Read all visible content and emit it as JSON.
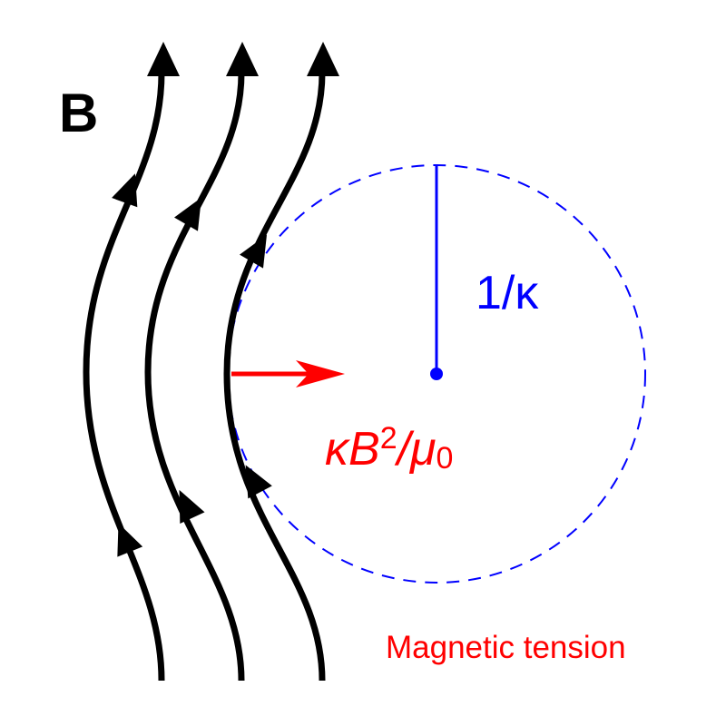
{
  "labels": {
    "field": "B",
    "radius": "1/κ",
    "force_kappa": "κB",
    "force_sup": "2",
    "force_slash": "/μ",
    "force_sub": "0",
    "caption": "Magnetic tension"
  },
  "colors": {
    "field_lines": "#000000",
    "circle": "#0000ff",
    "force": "#ff0000"
  }
}
